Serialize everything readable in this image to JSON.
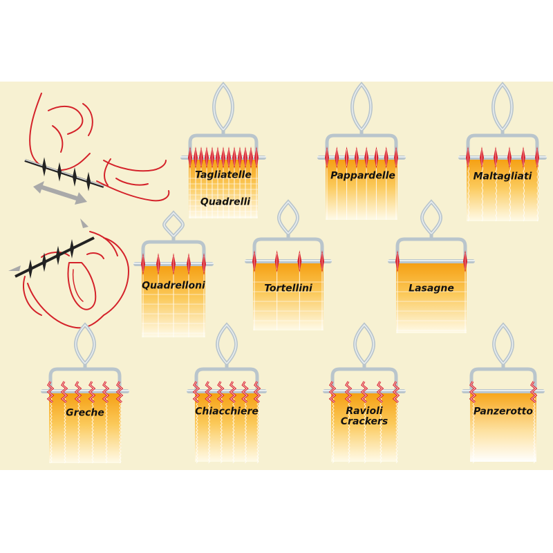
{
  "colors": {
    "background": "#f7f1d2",
    "frame": "#b9c5cc",
    "frame_inner": "#e9eef0",
    "blade": "#d8202a",
    "dough_top": "#f6a315",
    "dough_bottom": "#fffbe9",
    "hand_outline": "#d4222a"
  },
  "cutters": [
    {
      "id": "tagliatelle",
      "label": "Tagliatelle",
      "secondary_label": "Quadrelli",
      "blades": 13,
      "blade_style": "straight",
      "cut_pattern": "grid"
    },
    {
      "id": "pappardelle",
      "label": "Pappardelle",
      "blades": 8,
      "blade_style": "straight",
      "cut_pattern": "stripes"
    },
    {
      "id": "maltagliati",
      "label": "Maltagliati",
      "blades": 6,
      "blade_style": "straight",
      "cut_pattern": "wavy"
    },
    {
      "id": "quadrelloni",
      "label": "Quadrelloni",
      "blades": 5,
      "blade_style": "straight",
      "cut_pattern": "grid"
    },
    {
      "id": "tortellini",
      "label": "Tortellini",
      "blades": 4,
      "blade_style": "straight",
      "cut_pattern": "grid"
    },
    {
      "id": "lasagne",
      "label": "Lasagne",
      "blades": 2,
      "blade_style": "straight",
      "cut_pattern": "grid"
    },
    {
      "id": "greche",
      "label": "Greche",
      "blades": 6,
      "blade_style": "zigzag",
      "cut_pattern": "zigzag"
    },
    {
      "id": "chiacchiere",
      "label": "Chiacchiere",
      "blades": 6,
      "blade_style": "zigzag",
      "cut_pattern": "zigzag"
    },
    {
      "id": "ravioli-crackers",
      "label": "Ravioli",
      "label_line2": "Crackers",
      "blades": 5,
      "blade_style": "zigzag",
      "cut_pattern": "zigzag"
    },
    {
      "id": "panzerotto",
      "label": "Panzerotto",
      "blades": 2,
      "blade_style": "zigzag",
      "cut_pattern": "zigzag-edge"
    }
  ],
  "hands": [
    {
      "id": "assembly",
      "icon": "hands-inserting-rod-icon"
    },
    {
      "id": "use",
      "icon": "hands-holding-cutter-icon"
    }
  ]
}
